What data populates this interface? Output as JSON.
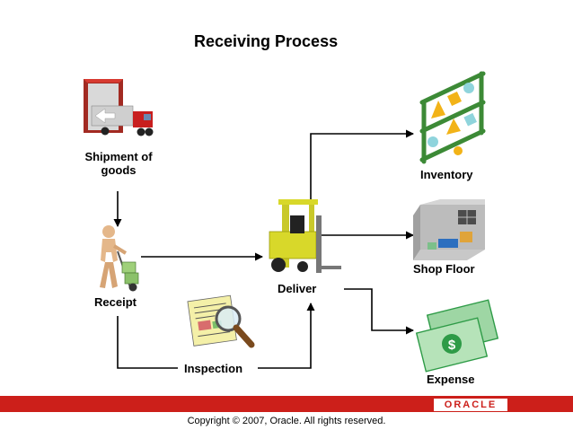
{
  "title": "Receiving Process",
  "nodes": {
    "shipment": {
      "line1": "Shipment of",
      "line2": "goods"
    },
    "receipt": "Receipt",
    "inspection": "Inspection",
    "deliver": "Deliver",
    "inventory": "Inventory",
    "shop_floor": "Shop Floor",
    "expense": "Expense"
  },
  "icons": {
    "shipment": "truck-at-dock-icon",
    "receipt": "worker-with-hand-truck-icon",
    "inspection": "document-with-magnifier-icon",
    "deliver": "forklift-icon",
    "inventory": "shelf-with-items-icon",
    "shop_floor": "factory-room-icon",
    "expense": "dollar-bills-icon"
  },
  "footer": {
    "logo": "ORACLE",
    "copyright": "Copyright © 2007, Oracle. All rights reserved."
  },
  "colors": {
    "accent_red": "#cc1f1a",
    "arrow": "#000000",
    "money_green": "#2e9b47",
    "forklift_yellow": "#d8d82a"
  }
}
